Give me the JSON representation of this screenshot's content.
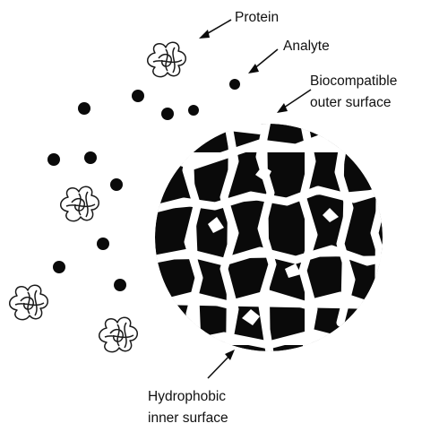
{
  "labels": {
    "protein": "Protein",
    "analyte": "Analyte",
    "outer_line1": "Biocompatible",
    "outer_line2": "outer surface",
    "inner_line1": "Hydrophobic",
    "inner_line2": "inner surface"
  },
  "colors": {
    "ink": "#0a0a0a",
    "background": "#ffffff"
  },
  "icons": [
    "protein-molecule-icon",
    "analyte-dot-icon",
    "porous-particle-icon",
    "arrow-icon"
  ]
}
